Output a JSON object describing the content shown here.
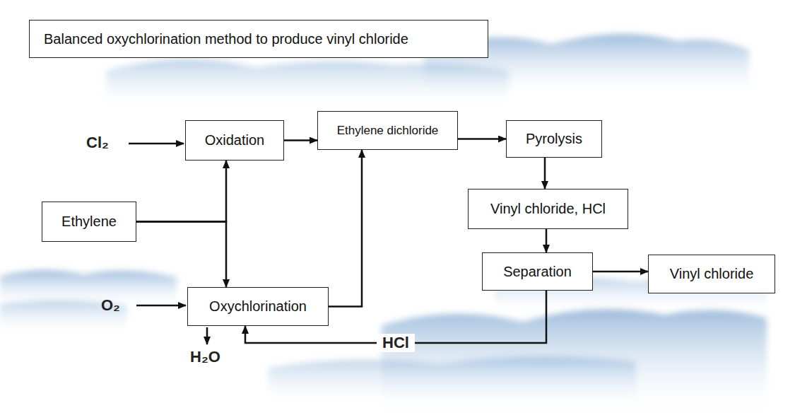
{
  "diagram": {
    "title": "Balanced oxychlorination method to produce vinyl chloride",
    "nodes": [
      {
        "text": [
          "Oxidation"
        ]
      },
      {
        "text": [
          "Ethylene dichloride"
        ]
      },
      {
        "text": [
          "Pyrolysis"
        ]
      },
      {
        "text": [
          "Ethylene"
        ]
      },
      {
        "text": [
          "Vinyl chloride, HCl"
        ]
      },
      {
        "text": [
          "Separation"
        ]
      },
      {
        "text": [
          "Vinyl chloride"
        ]
      },
      {
        "text": [
          "Oxychlorination"
        ]
      }
    ],
    "edges": [
      {
        "from": 0,
        "to": 1,
        "arrow": "to"
      },
      {
        "from": 1,
        "to": 2,
        "arrow": "to"
      },
      {
        "from": 2,
        "to": 4,
        "arrow": "to"
      },
      {
        "from": 4,
        "to": 5,
        "arrow": "to"
      },
      {
        "from": 5,
        "to": 6,
        "arrow": "to"
      },
      {
        "from": 3,
        "to": 0,
        "arrow": "to"
      },
      {
        "from": 3,
        "to": 7,
        "arrow": "to"
      },
      {
        "from": 7,
        "to": 1,
        "arrow": "to"
      },
      {
        "from": 5,
        "to": 7,
        "label": "HCl",
        "arrow": "to"
      }
    ],
    "labels": [
      "Cl₂",
      "O₂",
      "H₂O"
    ]
  }
}
